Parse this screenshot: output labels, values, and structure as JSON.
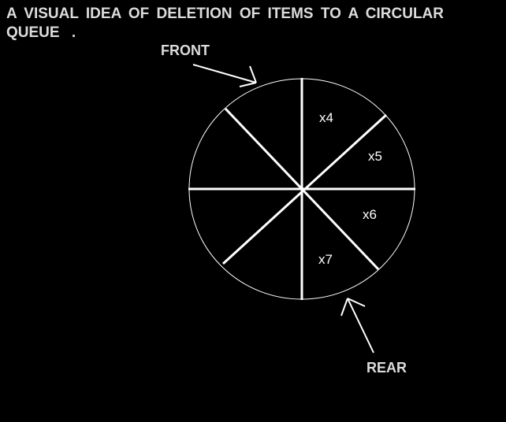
{
  "title": {
    "line1": "A VISUAL IDEA OF DELETION OF ITEMS TO A CIRCULAR",
    "line2": "QUEUE ."
  },
  "pointers": {
    "front": "FRONT",
    "rear": "REAR"
  },
  "queue_slots": [
    "x4",
    "x5",
    "x6",
    "x7"
  ]
}
